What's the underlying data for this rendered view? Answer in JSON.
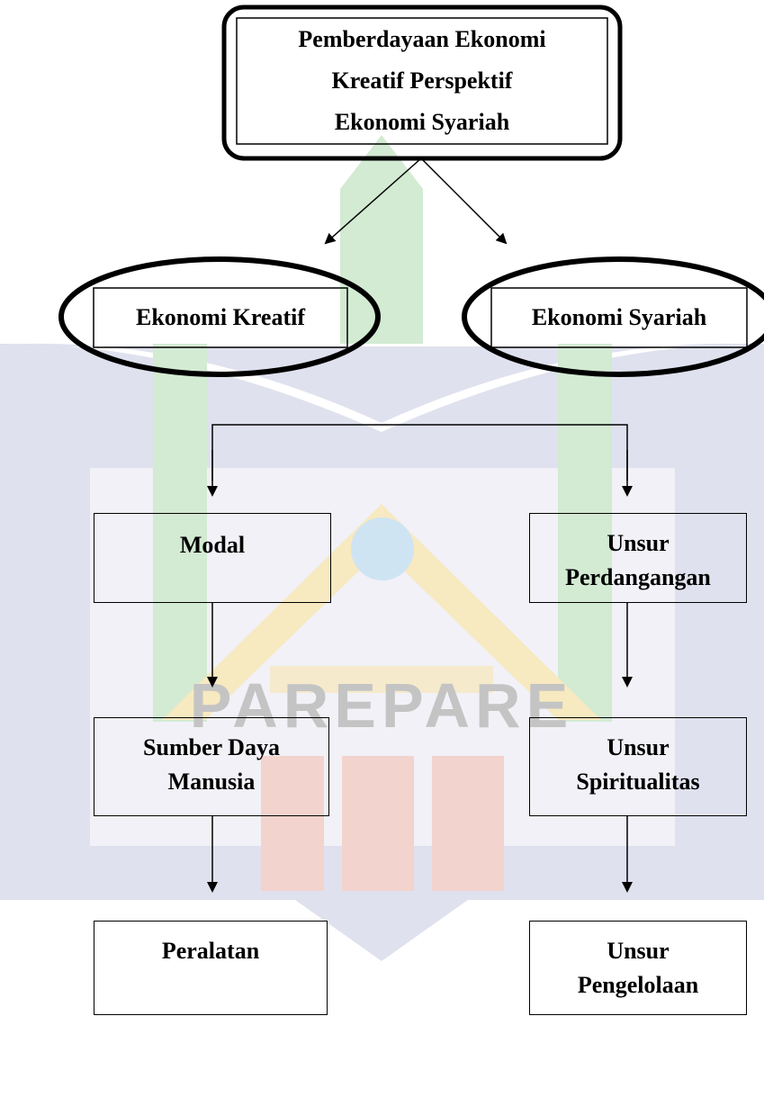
{
  "root": {
    "lines": [
      "Pemberdayaan Ekonomi",
      "Kreatif Perspektif",
      "Ekonomi Syariah"
    ]
  },
  "left_branch": {
    "heading": "Ekonomi Kreatif",
    "items": [
      {
        "lines": [
          "Modal"
        ]
      },
      {
        "lines": [
          "Sumber Daya",
          "Manusia"
        ]
      },
      {
        "lines": [
          "Peralatan"
        ]
      }
    ]
  },
  "right_branch": {
    "heading": "Ekonomi Syariah",
    "items": [
      {
        "lines": [
          "Unsur",
          "Perdangangan"
        ]
      },
      {
        "lines": [
          "Unsur",
          "Spiritualitas"
        ]
      },
      {
        "lines": [
          "Unsur",
          "Pengelolaan"
        ]
      }
    ]
  },
  "watermark": {
    "text": "PAREPARE",
    "colors": {
      "navy": "#d9dbe9",
      "green": "#cfe6cf",
      "yellow": "#f6e6b8",
      "red": "#f2cfc8",
      "text": "#bdbdbd"
    }
  }
}
